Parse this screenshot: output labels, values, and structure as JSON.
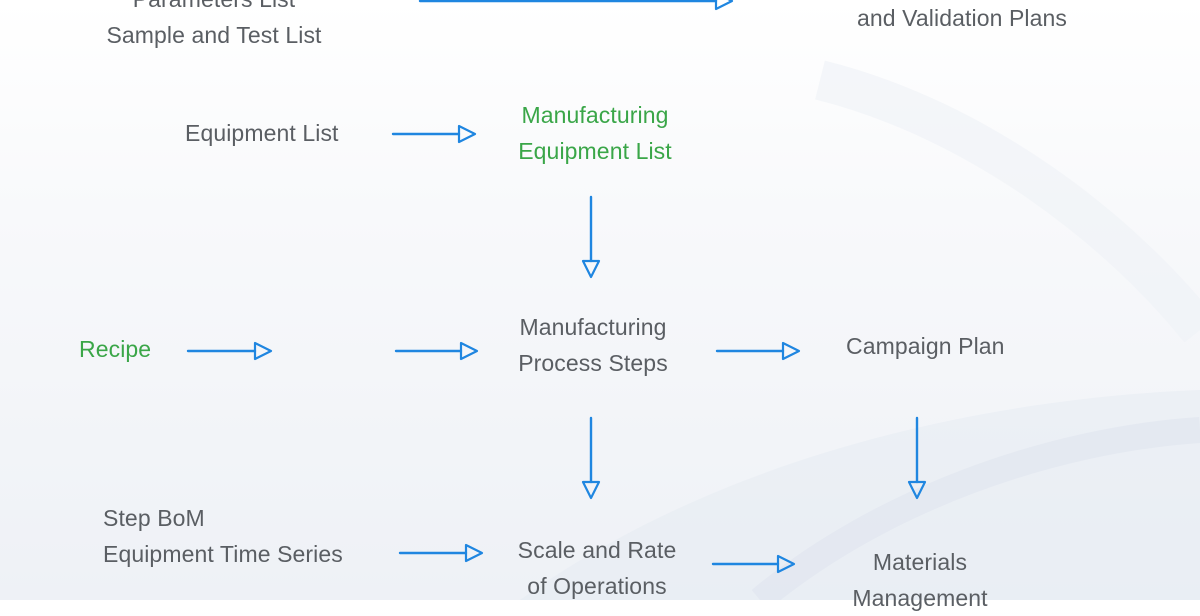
{
  "nodes": {
    "parameters_list": {
      "line1": "Parameters List",
      "line2": "Sample and Test List"
    },
    "validation_plans": {
      "line2": "and Validation Plans"
    },
    "equipment_list": {
      "text": "Equipment List"
    },
    "manufacturing_equipment_list": {
      "line1": "Manufacturing",
      "line2": "Equipment List"
    },
    "recipe": {
      "text": "Recipe"
    },
    "manufacturing_process_steps": {
      "line1": "Manufacturing",
      "line2": "Process Steps"
    },
    "campaign_plan": {
      "text": "Campaign Plan"
    },
    "step_bom": {
      "line1": "Step BoM",
      "line2": "Equipment Time Series"
    },
    "scale_and_rate": {
      "line1": "Scale and Rate",
      "line2": "of Operations"
    },
    "materials_management": {
      "line1": "Materials",
      "line2": "Management"
    }
  },
  "colors": {
    "text": "#5a5e63",
    "highlight_text": "#3aa648",
    "arrow": "#1f86e0"
  }
}
